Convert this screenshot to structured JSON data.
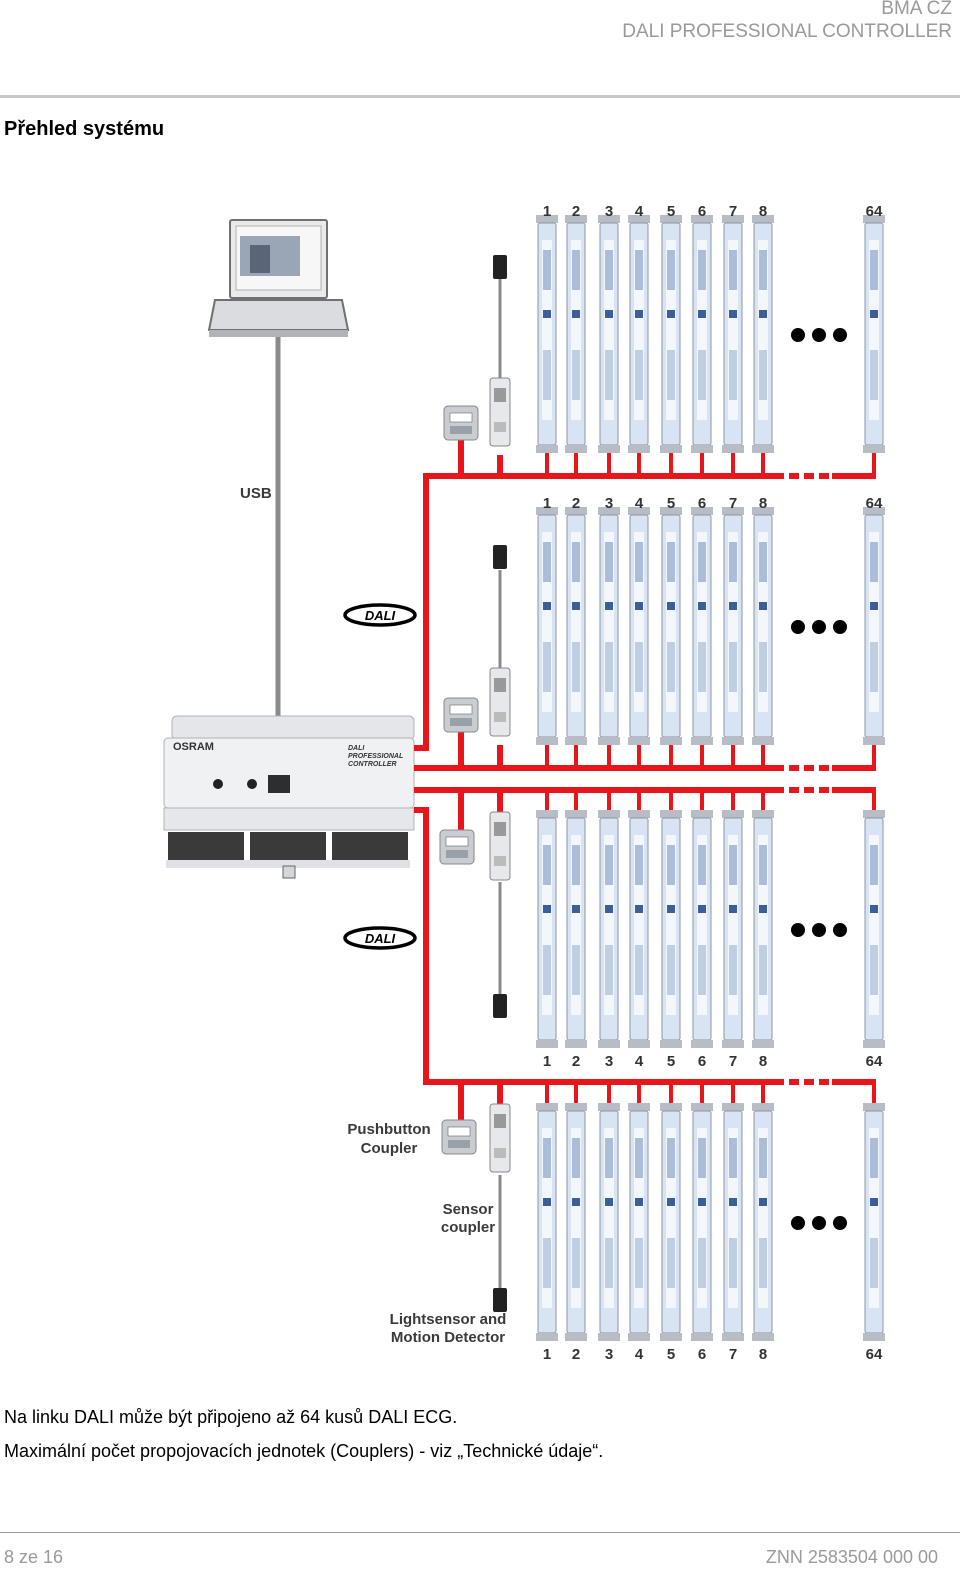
{
  "header": {
    "line1": "BMA CZ",
    "line2": "DALI PROFESSIONAL CONTROLLER"
  },
  "title": "Přehled systému",
  "diagram": {
    "usb_label": "USB",
    "dali_logo_text": "DALI",
    "ecg_numbers": [
      "1",
      "2",
      "3",
      "4",
      "5",
      "6",
      "7",
      "8",
      "64"
    ],
    "pushbutton_label_1": "Pushbutton",
    "pushbutton_label_2": "Coupler",
    "sensor_label_1": "Sensor",
    "sensor_label_2": "coupler",
    "lightsensor_label_1": "Lightsensor and",
    "lightsensor_label_2": "Motion Detector",
    "controller": {
      "brand": "OSRAM",
      "name_1": "DALI",
      "name_2": "PROFESSIONAL",
      "name_3": "CONTROLLER"
    },
    "colors": {
      "bus": "#e8161b",
      "usb_cable": "#8a8a8a",
      "ecg_body": "#d8e4f3"
    }
  },
  "notes": {
    "line1": "Na linku DALI může být připojeno až 64 kusů DALI ECG.",
    "line2": "Maximální počet propojovacích jednotek (Couplers) - viz „Technické údaje“."
  },
  "footer": {
    "left": "8 ze 16",
    "right": "ZNN 2583504 000 00"
  }
}
